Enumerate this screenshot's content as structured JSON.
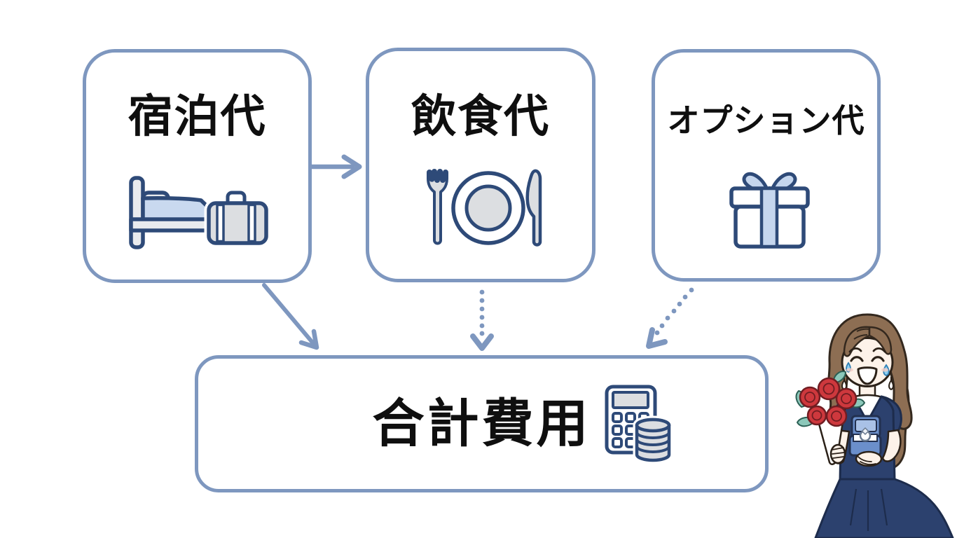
{
  "diagram": {
    "type": "flowchart",
    "background": "#ffffff",
    "colors": {
      "box_border": "#7e97bf",
      "arrow": "#7e97bf",
      "label_text": "#0f0f0f",
      "icon_stroke": "#2e4a78",
      "icon_fill_light_blue": "#c9d9ef",
      "icon_fill_gray": "#dcdee1"
    },
    "boxes": [
      {
        "id": "accommodation",
        "label": "宿泊代",
        "icon": "bed-suitcase-icon"
      },
      {
        "id": "food",
        "label": "飲食代",
        "icon": "plate-cutlery-icon"
      },
      {
        "id": "options",
        "label": "オプション代",
        "icon": "gift-box-icon"
      },
      {
        "id": "total",
        "label": "合計費用",
        "icon": "calculator-coins-icon"
      }
    ],
    "arrows": [
      {
        "from": "宿泊代",
        "to": "飲食代",
        "style": "solid"
      },
      {
        "from": "宿泊代",
        "to": "合計費用",
        "style": "solid-diagonal"
      },
      {
        "from": "飲食代",
        "to": "合計費用",
        "style": "dotted"
      },
      {
        "from": "オプション代",
        "to": "合計費用",
        "style": "dotted-diagonal"
      }
    ],
    "illustration": {
      "name": "crying-happy-woman-with-rose-bouquet-and-engagement-ring",
      "colors": {
        "hair": "#8d6e53",
        "skin": "#fdf2e9",
        "outline": "#2b2118",
        "dress": "#2c416e",
        "rose": "#ce383d",
        "leaf": "#8cc8ba",
        "tear": "#8ecef0",
        "ring_box": "#6b8fcb"
      }
    }
  }
}
